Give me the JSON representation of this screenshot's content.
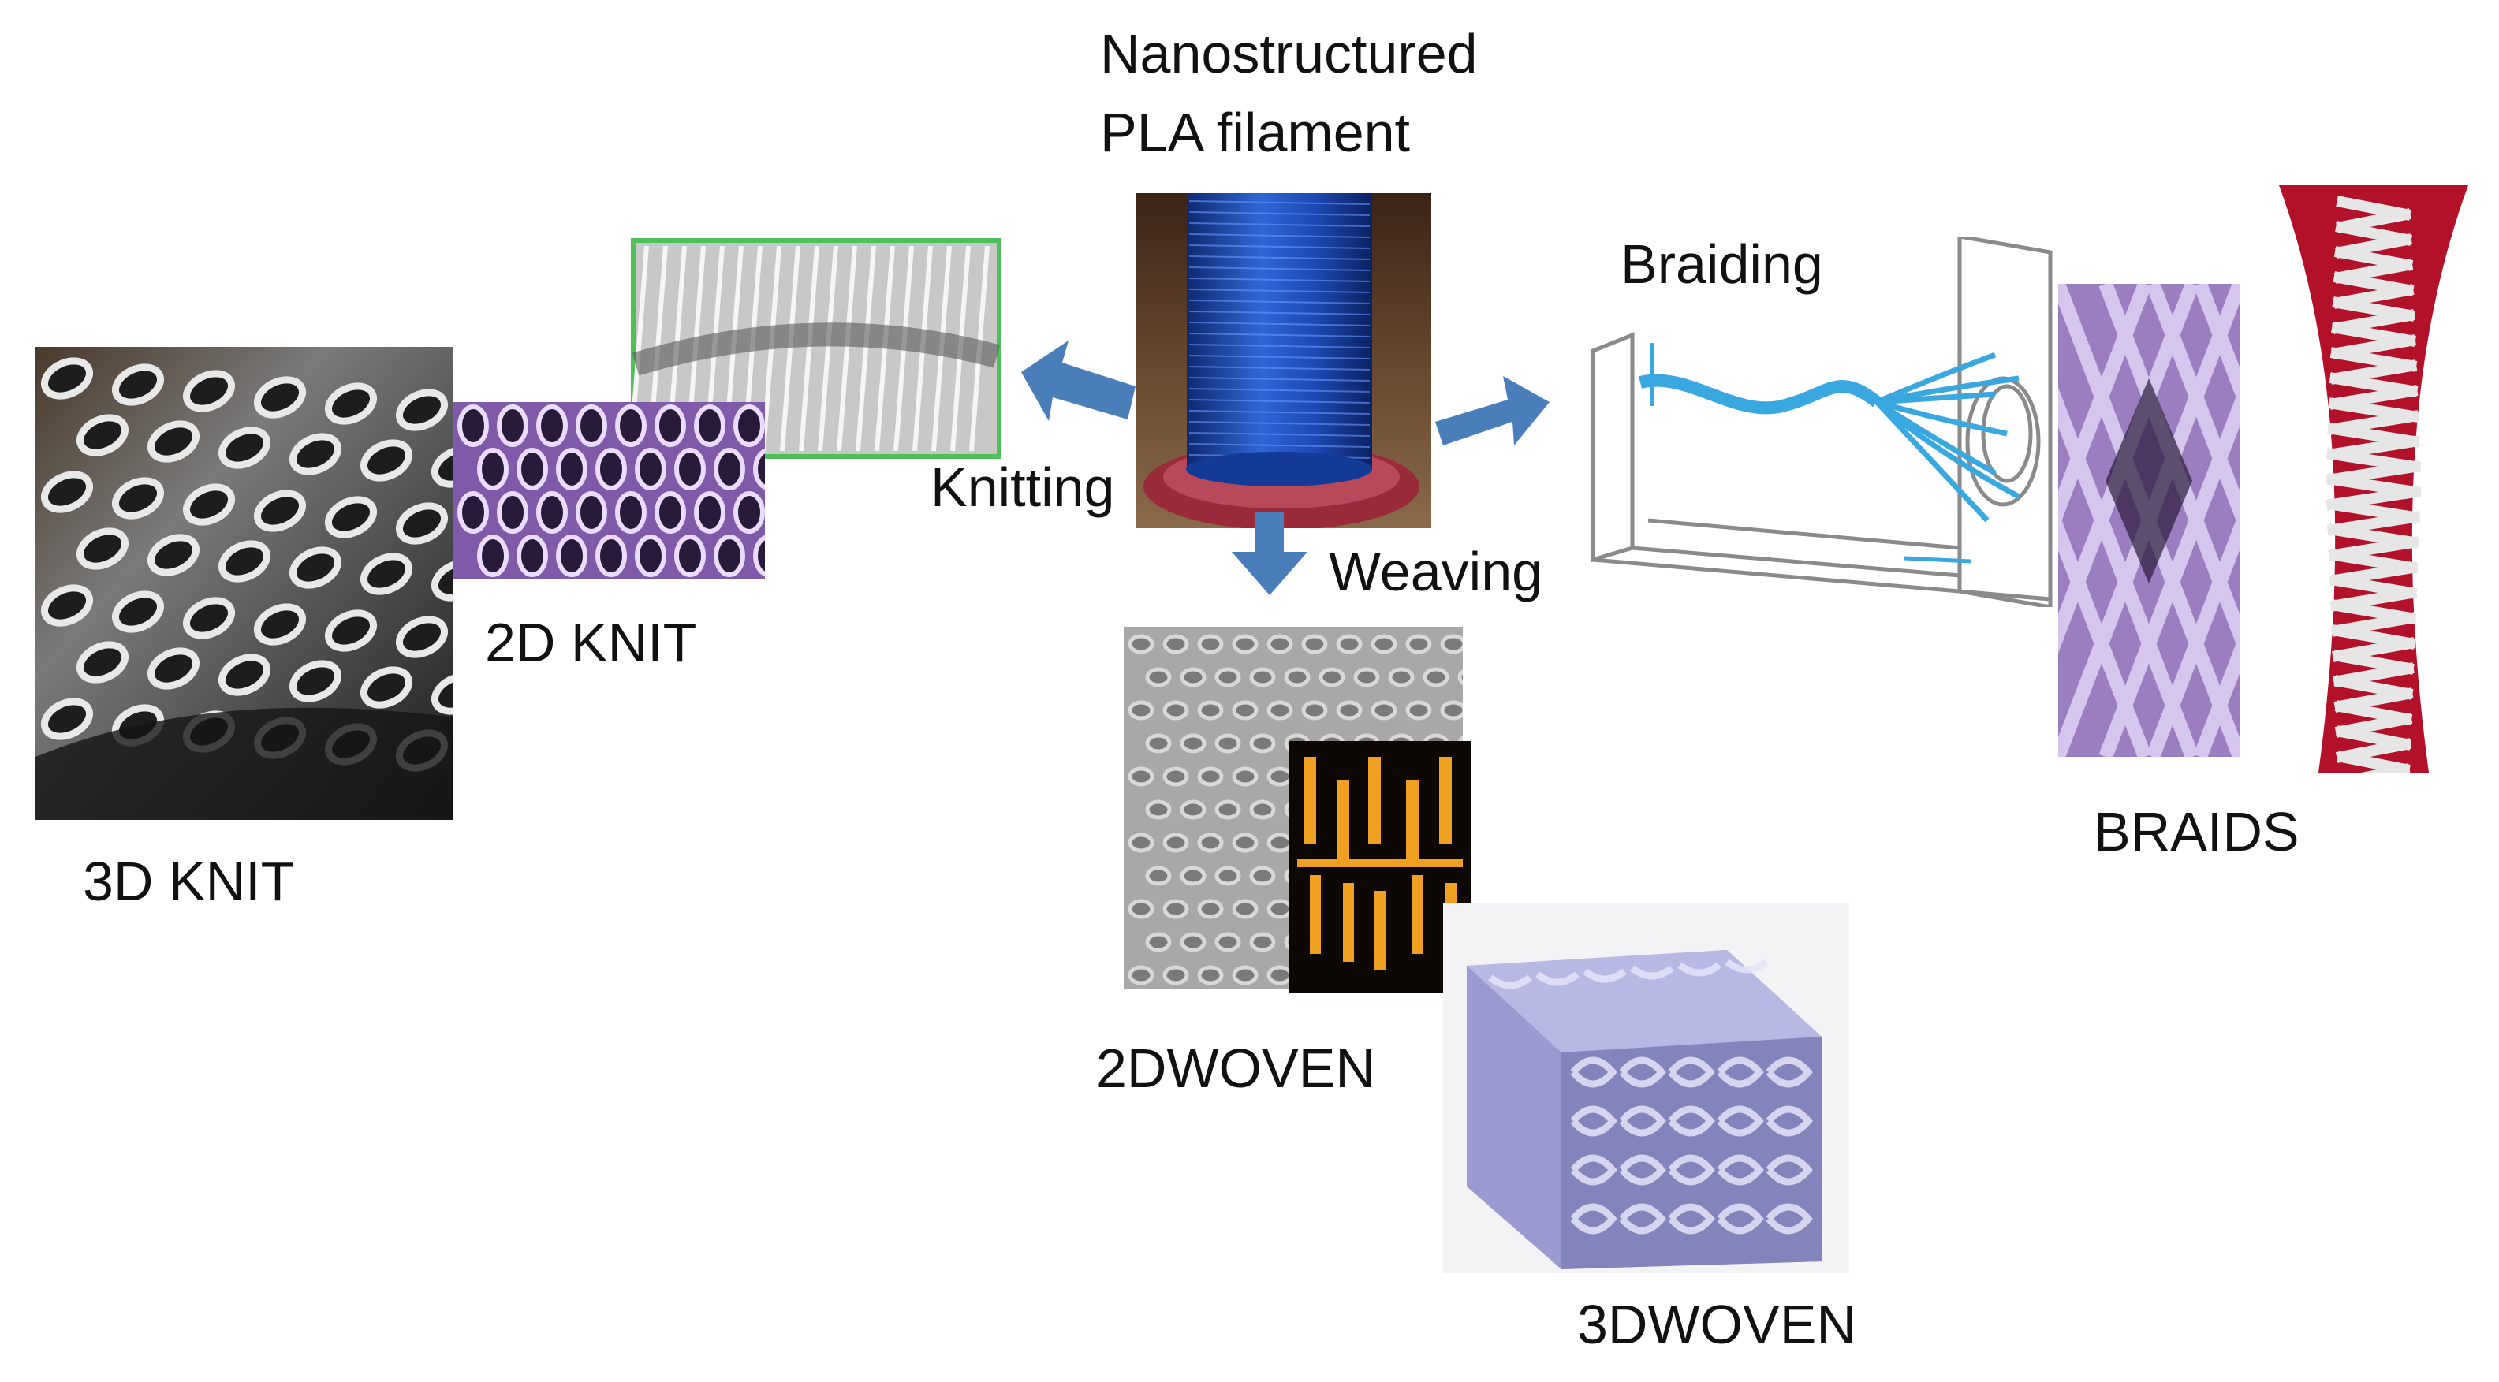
{
  "labels": {
    "source_line1": "Nanostructured",
    "source_line2": "PLA filament",
    "knitting": "Knitting",
    "weaving": "Weaving",
    "braiding": "Braiding",
    "knit_3d": "3D KNIT",
    "knit_2d": "2D KNIT",
    "woven_2d": "2DWOVEN",
    "woven_3d": "3DWOVEN",
    "braids": "BRAIDS"
  },
  "colors": {
    "arrow": "#4A7EBB",
    "schematic_blue": "#3AA8E0",
    "schematic_line": "#8a8a8a",
    "spool_blue": "#1f4fb0",
    "spool_base": "#9a2a3a",
    "knit_purple": "#a98fd0",
    "knit_green_frame": "#4fbf5a",
    "woven_grey": "#9a9a9a",
    "woven_amber": "#f0a020",
    "woven_3d_lavender": "#8f8fc6",
    "braid_red": "#b3112a"
  },
  "icons": [
    "arrow-left-icon",
    "arrow-right-icon",
    "arrow-down-icon"
  ]
}
